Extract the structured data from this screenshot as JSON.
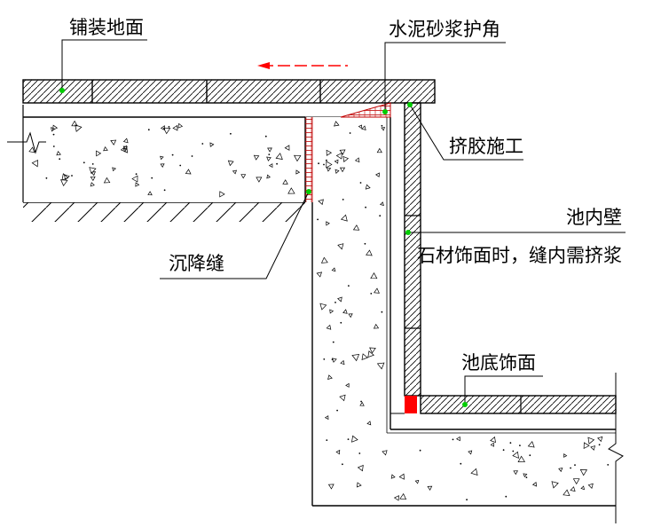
{
  "labels": {
    "paving_surface": "铺装地面",
    "cement_mortar_corner": "水泥砂浆护角",
    "squeeze_glue": "挤胶施工",
    "pool_inner_wall": "池内壁",
    "stone_note": "石材饰面时，缝内需挤浆",
    "settlement_joint": "沉降缝",
    "pool_bottom_finish": "池底饰面"
  },
  "colors": {
    "line": "#000000",
    "leader": "#00a000",
    "arrow": "#ff0000",
    "marker": "#ff0000",
    "dot": "#00cc00",
    "corner_brick": "#c00000"
  }
}
